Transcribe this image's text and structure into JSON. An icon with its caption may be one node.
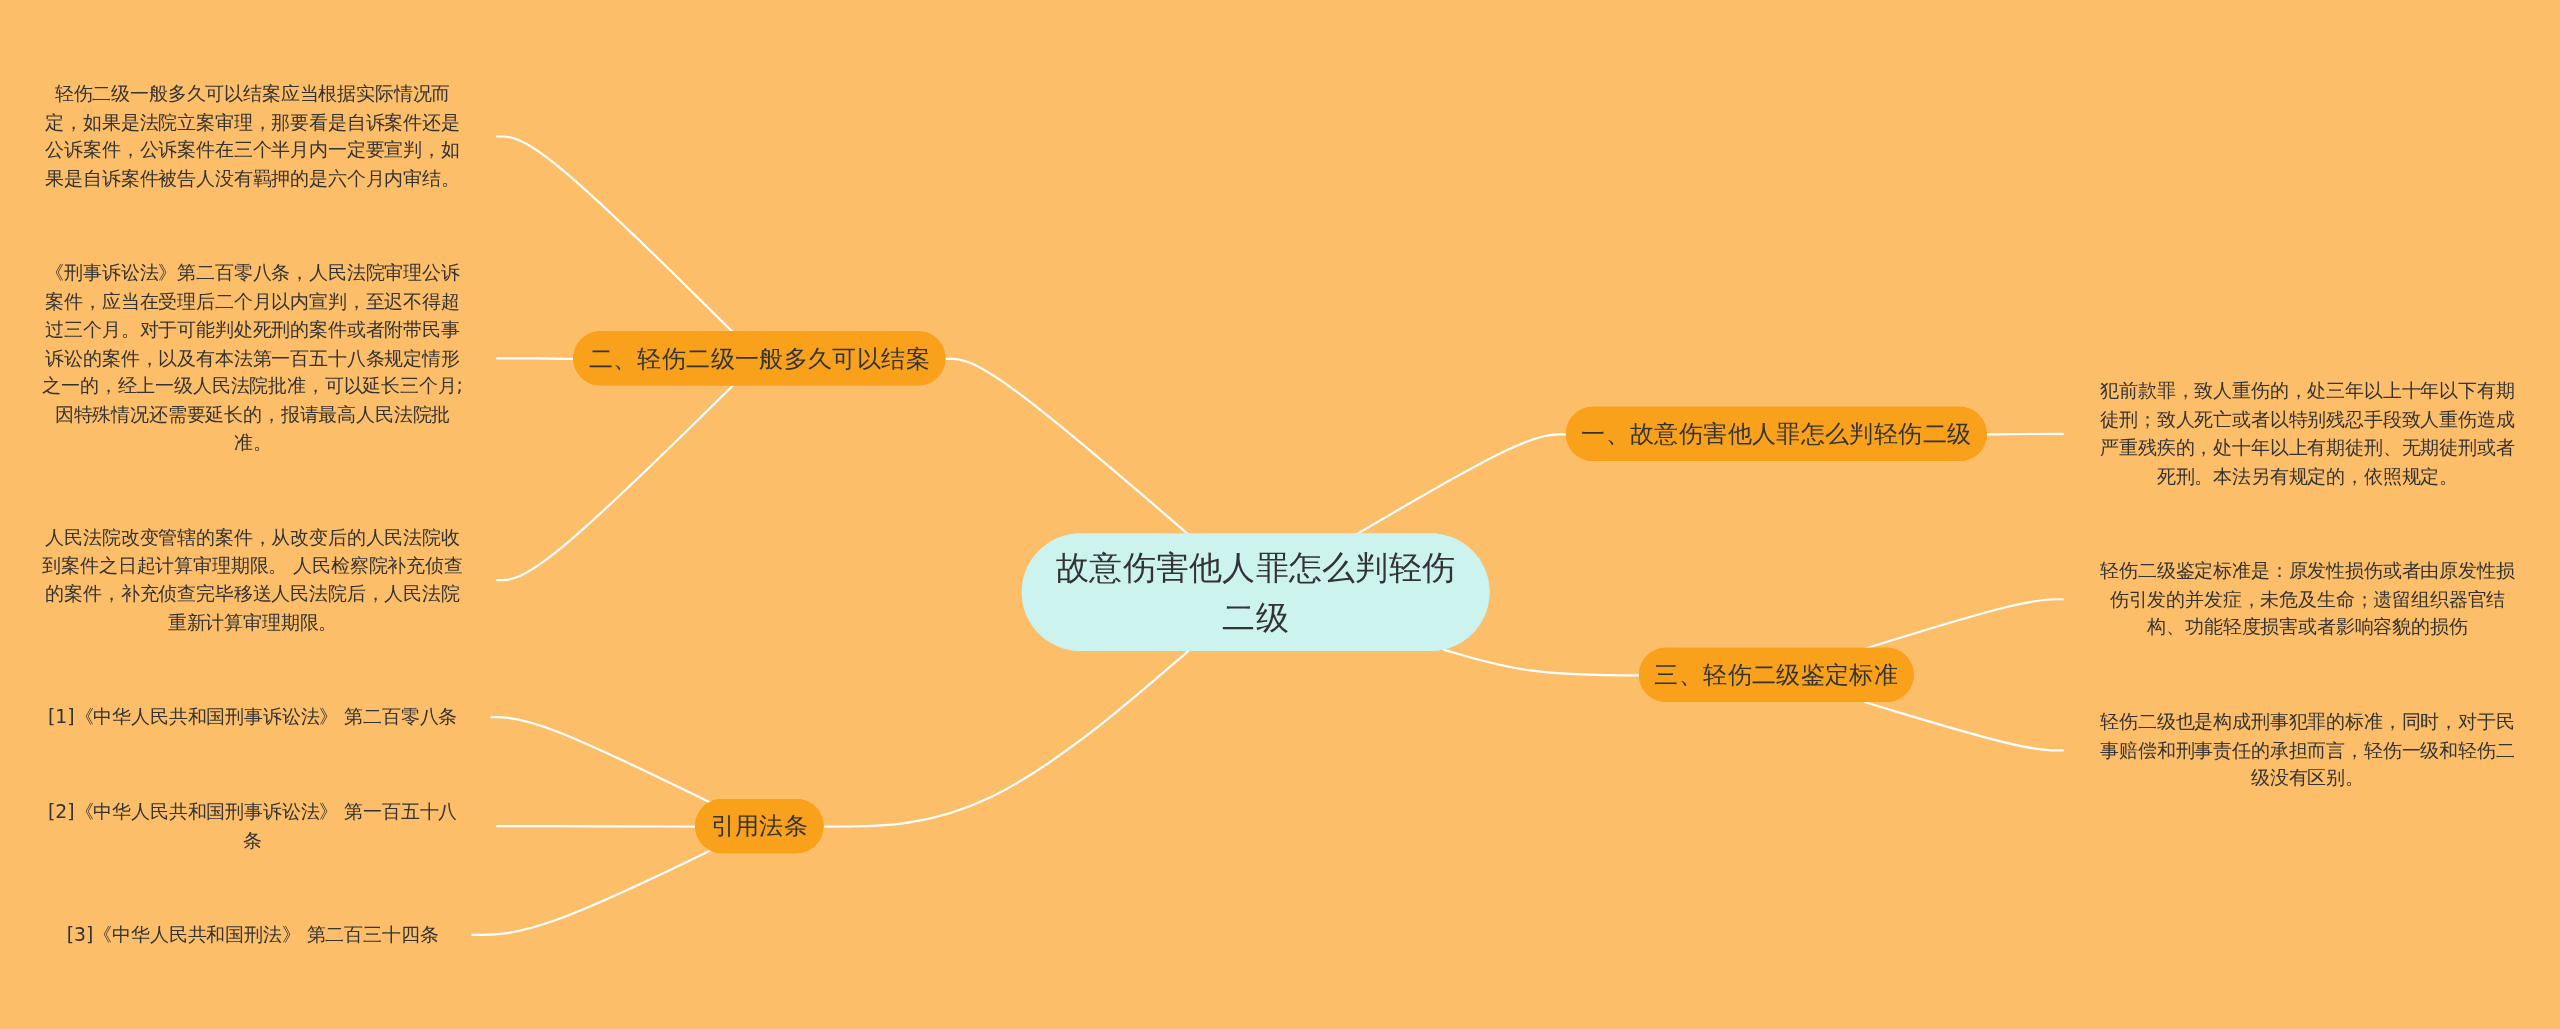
{
  "diagram": {
    "nodes": [
      {
        "text": [
          "故意伤害他人罪怎么判轻伤二级"
        ]
      },
      {
        "text": [
          "一、故意伤害他人罪怎么判轻伤二级"
        ]
      },
      {
        "text": [
          "犯前款罪，致人重伤的，处三年以上十年以下有期徒刑；致人死亡或者以特别残忍手段致人重伤造成严重残疾的，处十年以上有期徒刑、无期徒刑或者死刑。本法另有规定的，依照规定。"
        ]
      },
      {
        "text": [
          "二、轻伤二级一般多久可以结案"
        ]
      },
      {
        "text": [
          "轻伤二级一般多久可以结案应当根据实际情况而定，如果是法院立案审理，那要看是自诉案件还是公诉案件，公诉案件在三个半月内一定要宣判，如果是自诉案件被告人没有羁押的是六个月内审结。"
        ]
      },
      {
        "text": [
          "《刑事诉讼法》第二百零八条，人民法院审理公诉案件，应当在受理后二个月以内宣判，至迟不得超过三个月。对于可能判处死刑的案件或者附带民事诉讼的案件，以及有本法第一百五十八条规定情形之一的，经上一级人民法院批准，可以延长三个月;因特殊情况还需要延长的，报请最高人民法院批准。"
        ]
      },
      {
        "text": [
          "人民法院改变管辖的案件，从改变后的人民法院收到案件之日起计算审理期限。 人民检察院补充侦查的案件，补充侦查完毕移送人民法院后，人民法院重新计算审理期限。"
        ]
      },
      {
        "text": [
          "三、轻伤二级鉴定标准"
        ]
      },
      {
        "text": [
          "轻伤二级鉴定标准是：原发性损伤或者由原发性损伤引发的并发症，未危及生命；遗留组织器官结构、功能轻度损害或者影响容貌的损伤"
        ]
      },
      {
        "text": [
          "轻伤二级也是构成刑事犯罪的标准，同时，对于民事赔偿和刑事责任的承担而言，轻伤一级和轻伤二级没有区别。"
        ]
      },
      {
        "text": [
          "引用法条"
        ]
      },
      {
        "text": [
          "[1]《中华人民共和国刑事诉讼法》 第二百零八条"
        ]
      },
      {
        "text": [
          "[2]《中华人民共和国刑事诉讼法》 第一百五十八条"
        ]
      },
      {
        "text": [
          "[3]《中华人民共和国刑法》 第二百三十四条"
        ]
      }
    ],
    "edges": [
      {
        "from": 0,
        "to": 1,
        "arrow": "none"
      },
      {
        "from": 1,
        "to": 2,
        "arrow": "none"
      },
      {
        "from": 0,
        "to": 3,
        "arrow": "none"
      },
      {
        "from": 3,
        "to": 4,
        "arrow": "none"
      },
      {
        "from": 3,
        "to": 5,
        "arrow": "none"
      },
      {
        "from": 3,
        "to": 6,
        "arrow": "none"
      },
      {
        "from": 0,
        "to": 7,
        "arrow": "none"
      },
      {
        "from": 7,
        "to": 8,
        "arrow": "none"
      },
      {
        "from": 7,
        "to": 9,
        "arrow": "none"
      },
      {
        "from": 0,
        "to": 10,
        "arrow": "none"
      },
      {
        "from": 10,
        "to": 11,
        "arrow": "none"
      },
      {
        "from": 10,
        "to": 12,
        "arrow": "none"
      },
      {
        "from": 10,
        "to": 13,
        "arrow": "none"
      }
    ]
  }
}
